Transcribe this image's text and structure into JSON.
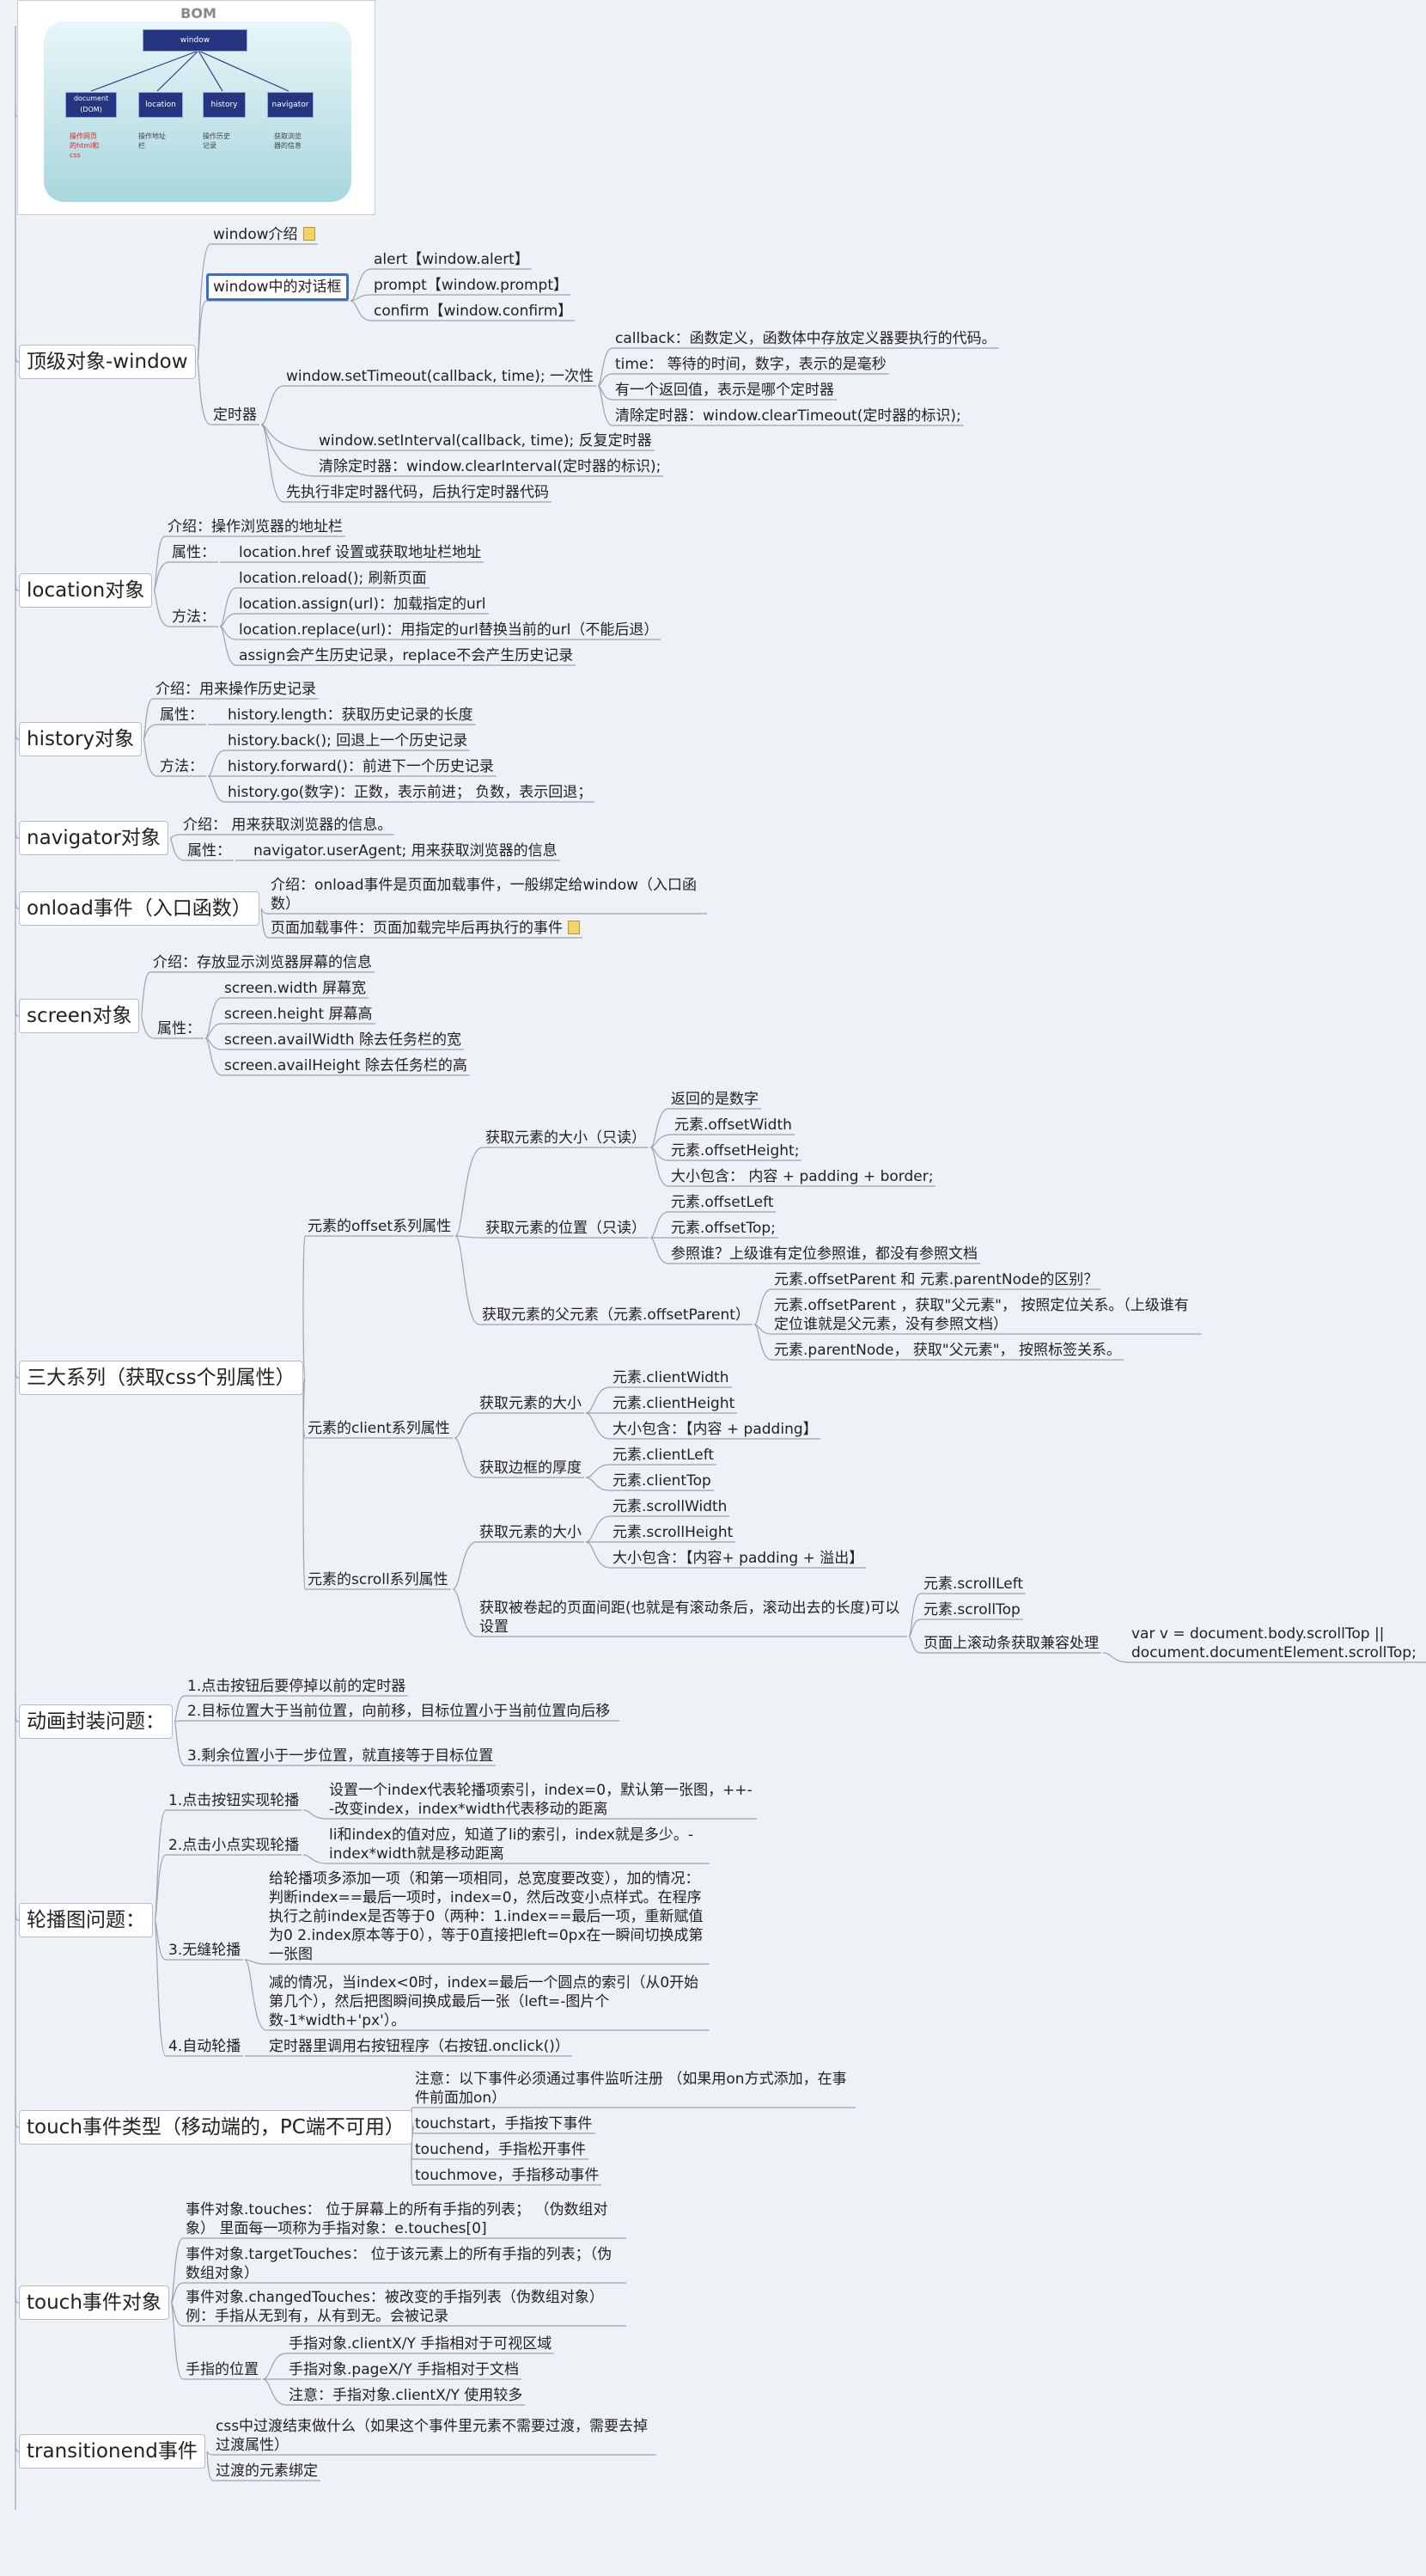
{
  "bom": {
    "title": "BOM",
    "root": "window",
    "children": [
      {
        "label": "document (DOM)",
        "desc": "操作网页的html和css"
      },
      {
        "label": "location",
        "desc": "操作地址栏"
      },
      {
        "label": "history",
        "desc": "操作历史记录"
      },
      {
        "label": "navigator",
        "desc": "获取浏览器的信息"
      }
    ]
  },
  "sections": [
    {
      "title": "顶级对象-window",
      "items": [
        "window介绍",
        "window中的对话框",
        "alert【window.alert】",
        "prompt【window.prompt】",
        "confirm【window.confirm】",
        "定时器",
        "window.setTimeout(callback, time); 一次性",
        "callback：函数定义，函数体中存放定义器要执行的代码。",
        "time：  等待的时间，数字，表示的是毫秒",
        "有一个返回值，表示是哪个定时器",
        "清除定时器：window.clearTimeout(定时器的标识);",
        "window.setInterval(callback, time); 反复定时器",
        "清除定时器：window.clearInterval(定时器的标识);",
        "先执行非定时器代码，后执行定时器代码"
      ]
    },
    {
      "title": "location对象",
      "items": [
        "介绍：操作浏览器的地址栏",
        "属性：",
        "location.href  设置或获取地址栏地址",
        "方法：",
        "location.reload(); 刷新页面",
        "location.assign(url)：加载指定的url",
        "location.replace(url)：用指定的url替换当前的url（不能后退）",
        "assign会产生历史记录，replace不会产生历史记录"
      ]
    },
    {
      "title": "history对象",
      "items": [
        "介绍：用来操作历史记录",
        "属性：",
        "history.length：获取历史记录的长度",
        "方法：",
        "history.back();    回退上一个历史记录",
        "history.forward()：前进下一个历史记录",
        "history.go(数字)：正数，表示前进；  负数，表示回退；"
      ]
    },
    {
      "title": "navigator对象",
      "items": [
        "介绍：  用来获取浏览器的信息。",
        "属性：",
        "navigator.userAgent; 用来获取浏览器的信息"
      ]
    },
    {
      "title": "onload事件（入口函数）",
      "items": [
        "介绍：onload事件是页面加载事件，一般绑定给window（入口函数）",
        "页面加载事件：页面加载完毕后再执行的事件"
      ]
    },
    {
      "title": "screen对象",
      "items": [
        "介绍：存放显示浏览器屏幕的信息",
        "属性：",
        "screen.width  屏幕宽",
        "screen.height    屏幕高",
        "screen.availWidth    除去任务栏的宽",
        "screen.availHeight    除去任务栏的高"
      ]
    },
    {
      "title": "三大系列（获取css个别属性）",
      "items": [
        "元素的offset系列属性",
        "获取元素的大小（只读）",
        "返回的是数字",
        "元素.offsetWidth",
        "元素.offsetHeight;",
        "大小包含：  内容 + padding + border;",
        "获取元素的位置（只读）",
        "元素.offsetLeft",
        "元素.offsetTop;",
        "参照谁？上级谁有定位参照谁，都没有参照文档",
        "获取元素的父元素（元素.offsetParent）",
        "元素.offsetParent  和 元素.parentNode的区别？",
        "元素.offsetParent ，获取\"父元素\"，  按照定位关系。（上级谁有定位谁就是父元素，没有参照文档）",
        "元素.parentNode，  获取\"父元素\"，  按照标签关系。",
        "元素的client系列属性",
        "获取元素的大小",
        "元素.clientWidth",
        "元素.clientHeight",
        "大小包含：【内容 + padding】",
        "获取边框的厚度",
        "元素.clientLeft",
        "元素.clientTop",
        "元素的scroll系列属性",
        "获取元素的大小",
        "元素.scrollWidth",
        "元素.scrollHeight",
        "大小包含：【内容+ padding + 溢出】",
        "获取被卷起的页面间距(也就是有滚动条后，滚动出去的长度)可以设置",
        "元素.scrollLeft",
        "元素.scrollTop",
        "页面上滚动条获取兼容处理",
        "var v = document.body.scrollTop || document.documentElement.scrollTop;"
      ]
    },
    {
      "title": "动画封装问题：",
      "items": [
        "1.点击按钮后要停掉以前的定时器",
        "2.目标位置大于当前位置，向前移，目标位置小于当前位置向后移",
        "3.剩余位置小于一步位置，就直接等于目标位置"
      ]
    },
    {
      "title": "轮播图问题：",
      "items": [
        "1.点击按钮实现轮播",
        "设置一个index代表轮播项索引，index=0，默认第一张图，++--改变index，index*width代表移动的距离",
        "2.点击小点实现轮播",
        "li和index的值对应，知道了li的索引，index就是多少。-index*width就是移动距离",
        "3.无缝轮播",
        "给轮播项多添加一项（和第一项相同，总宽度要改变），加的情况：判断index==最后一项时，index=0，然后改变小点样式。在程序执行之前index是否等于0（两种：1.index==最后一项，重新赋值为0 2.index原本等于0），等于0直接把left=0px在一瞬间切换成第一张图",
        "减的情况，当index<0时，index=最后一个圆点的索引（从0开始第几个），然后把图瞬间换成最后一张（left=-图片个数-1*width+'px'）。",
        "4.自动轮播",
        "定时器里调用右按钮程序（右按钮.onclick()）"
      ]
    },
    {
      "title": "touch事件类型（移动端的，PC端不可用）",
      "items": [
        "注意：以下事件必须通过事件监听注册  （如果用on方式添加，在事件前面加on）",
        "touchstart，手指按下事件",
        "touchend，手指松开事件",
        "touchmove，手指移动事件"
      ]
    },
    {
      "title": "touch事件对象",
      "items": [
        "事件对象.touches：  位于屏幕上的所有手指的列表；  （伪数组对象）   里面每一项称为手指对象：e.touches[0]",
        "事件对象.targetTouches：  位于该元素上的所有手指的列表；（伪数组对象）",
        "事件对象.changedTouches：被改变的手指列表（伪数组对象）例：手指从无到有，从有到无。会被记录",
        "手指的位置",
        "手指对象.clientX/Y 手指相对于可视区域",
        "手指对象.pageX/Y 手指相对于文档",
        "注意：手指对象.clientX/Y 使用较多"
      ]
    },
    {
      "title": "transitionend事件",
      "items": [
        "css中过渡结束做什么（如果这个事件里元素不需要过渡，需要去掉过渡属性）",
        "过渡的元素绑定"
      ]
    }
  ],
  "colors": {
    "line": "#9aa3b5",
    "selected": "#3b6fc4",
    "box": "#25357f",
    "background": "#eef1f6"
  }
}
